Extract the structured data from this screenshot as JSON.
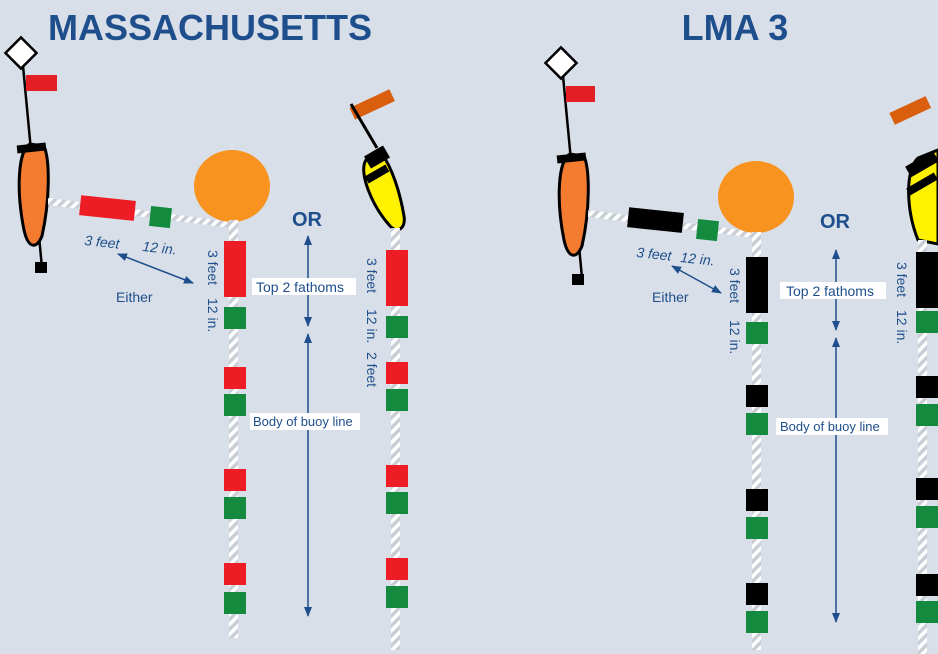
{
  "titles": {
    "left": "MASSACHUSETTS",
    "right": "LMA 3"
  },
  "left_panel": {
    "or_label": "OR",
    "measure_3ft_horizontal": "3 feet",
    "measure_12in_horizontal": "12 in.",
    "either_label": "Either",
    "measure_3ft_vertical": "3 feet",
    "measure_12in_vertical": "12 in.",
    "top_label": "Top 2 fathoms",
    "body_label": "Body of buoy line",
    "right_line_3ft": "3 feet",
    "right_line_12in": "12 in.",
    "right_line_2ft": "2 feet"
  },
  "right_panel": {
    "or_label": "OR",
    "measure_3ft_horizontal": "3 feet",
    "measure_12in_horizontal": "12 in.",
    "either_label": "Either",
    "measure_3ft_vertical": "3 feet",
    "measure_12in_vertical": "12 in.",
    "top_label": "Top 2 fathoms",
    "body_label": "Body of buoy line",
    "right_line_3ft": "3 feet",
    "right_line_12in": "12 in."
  },
  "colors": {
    "background": "#d9dfe8",
    "title": "#1e4f8c",
    "mark_red": "#ee1c25",
    "mark_green": "#138a3e",
    "mark_black": "#000000",
    "buoy_orange": "#f7931e",
    "buoy_yellow": "#fff200",
    "flag_red": "#e31e24",
    "flag_orange": "#d95f0e"
  }
}
